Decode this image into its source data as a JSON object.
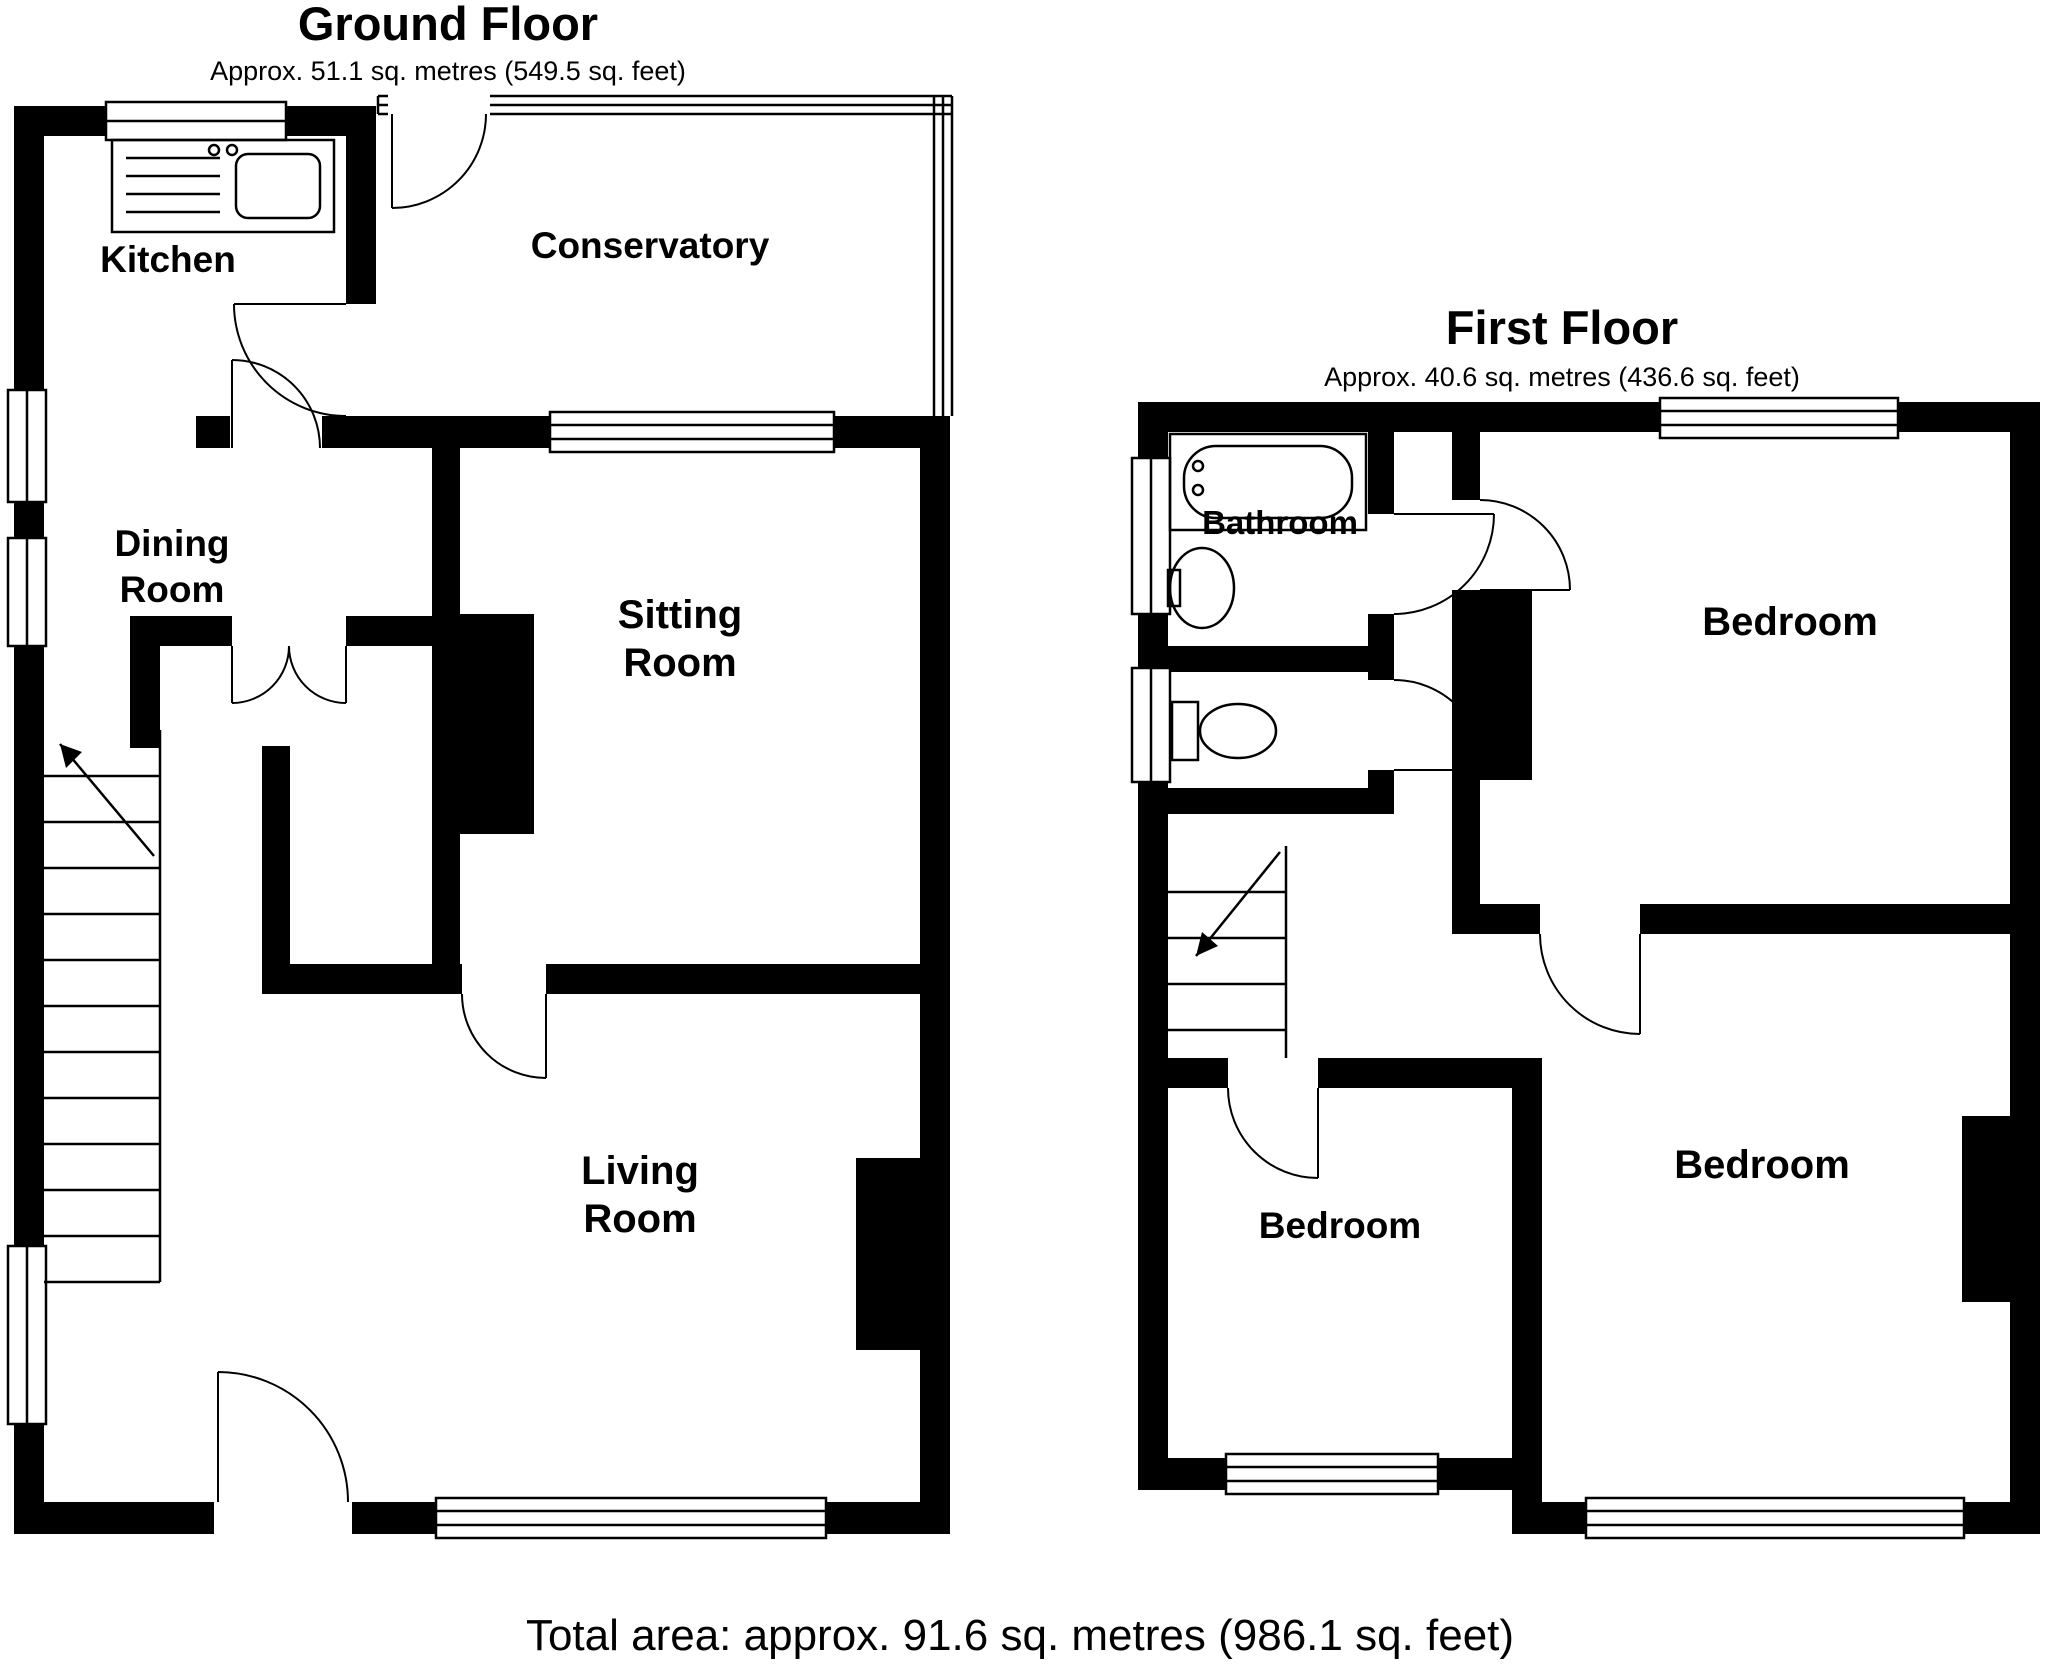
{
  "ground_floor": {
    "title": "Ground Floor",
    "area": "Approx. 51.1 sq. metres (549.5 sq. feet)",
    "rooms": {
      "kitchen": "Kitchen",
      "conservatory": "Conservatory",
      "dining": [
        "Dining",
        "Room"
      ],
      "sitting": [
        "Sitting",
        "Room"
      ],
      "living": [
        "Living",
        "Room"
      ]
    }
  },
  "first_floor": {
    "title": "First Floor",
    "area": "Approx. 40.6 sq. metres (436.6 sq. feet)",
    "rooms": {
      "bathroom": "Bathroom",
      "bedroom_top_right": "Bedroom",
      "bedroom_bottom_right": "Bedroom",
      "bedroom_bottom_left": "Bedroom"
    }
  },
  "footer": {
    "total_area": "Total area: approx. 91.6 sq. metres (986.1 sq. feet)"
  },
  "colors": {
    "wall": "#000000",
    "background": "#ffffff",
    "text": "#000000"
  }
}
